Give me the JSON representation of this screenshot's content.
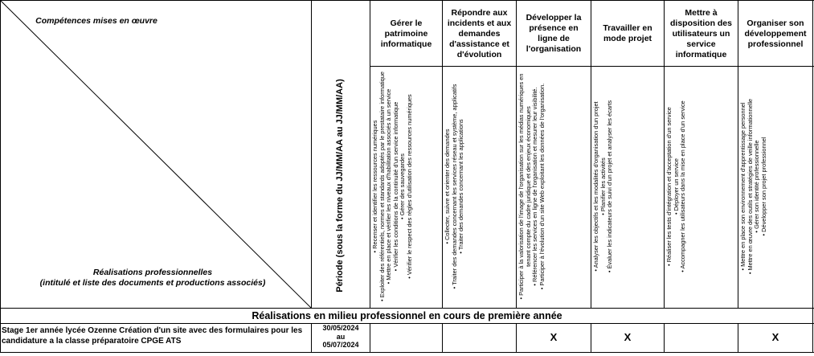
{
  "header": {
    "competences_label": "Compétences mises en œuvre",
    "realisations_label_line1": "Réalisations professionnelles",
    "realisations_label_line2": "(intitulé et liste des documents et productions associés)",
    "period_label": "Période (sous la forme du JJ/MM/AA au JJ/MM/AA)"
  },
  "competences": [
    {
      "title": "Gérer le patrimoine informatique",
      "tasks": [
        "• Recenser et identifier les ressources numériques",
        "• Exploiter des référentiels, normes et standards adoptés par le prestataire informatique",
        "• Mettre en place et vérifier les niveaux d'habilitation associés à un service",
        "• Vérifier les conditions de la continuité d'un service informatique",
        "• Gérer des sauvegardes",
        "• Vérifier le respect des règles d'utilisation des ressources numériques"
      ]
    },
    {
      "title": "Répondre aux incidents et aux demandes d'assistance et d'évolution",
      "tasks": [
        "• Collecter, suivre et orienter des demandes",
        "• Traiter des demandes concernant les services réseau et système, applicatifs",
        "• Traiter des demandes concernant les applications"
      ]
    },
    {
      "title": "Développer la présence en ligne de l'organisation",
      "tasks": [
        "• Participer à la valorisation de l'image de l'organisation sur les médias numériques en tenant compte du cadre juridique et des enjeux économiques",
        "• Référencer les services en ligne de l'organisation et mesurer leur visibilité.",
        "• Participer à l'évolution d'un site Web exploitant les données de l'organisation."
      ]
    },
    {
      "title": "Travailler en mode projet",
      "tasks": [
        "• Analyser les objectifs et les modalités d'organisation d'un projet",
        "• Planifier les activités",
        "• Évaluer les indicateurs de suivi d'un projet et analyser les écarts"
      ]
    },
    {
      "title": "Mettre à disposition des utilisateurs un service informatique",
      "tasks": [
        "• Réaliser les tests d'intégration et d'acceptation d'un service",
        "• Déployer un service",
        "• Accompagner les utilisateurs dans la mise en place d'un service"
      ]
    },
    {
      "title": "Organiser son développement professionnel",
      "tasks": [
        "• Mettre en place son environnement d'apprentissage personnel",
        "• Mettre en œuvre des outils et stratégies de veille informationnelle",
        "• Gérer son identité professionnelle",
        "• Développer son projet professionnel"
      ]
    }
  ],
  "section": {
    "title": "Réalisations en milieu professionnel en cours de première année"
  },
  "rows": [
    {
      "label": "Stage 1er année lycée Ozenne Création d'un site avec des formulaires pour les candidature a la classe préparatoire CPGE ATS",
      "date_start": "30/05/2024",
      "date_mid": "au",
      "date_end": "05/07/2024",
      "marks": [
        "",
        "",
        "X",
        "X",
        "",
        "X"
      ]
    }
  ]
}
